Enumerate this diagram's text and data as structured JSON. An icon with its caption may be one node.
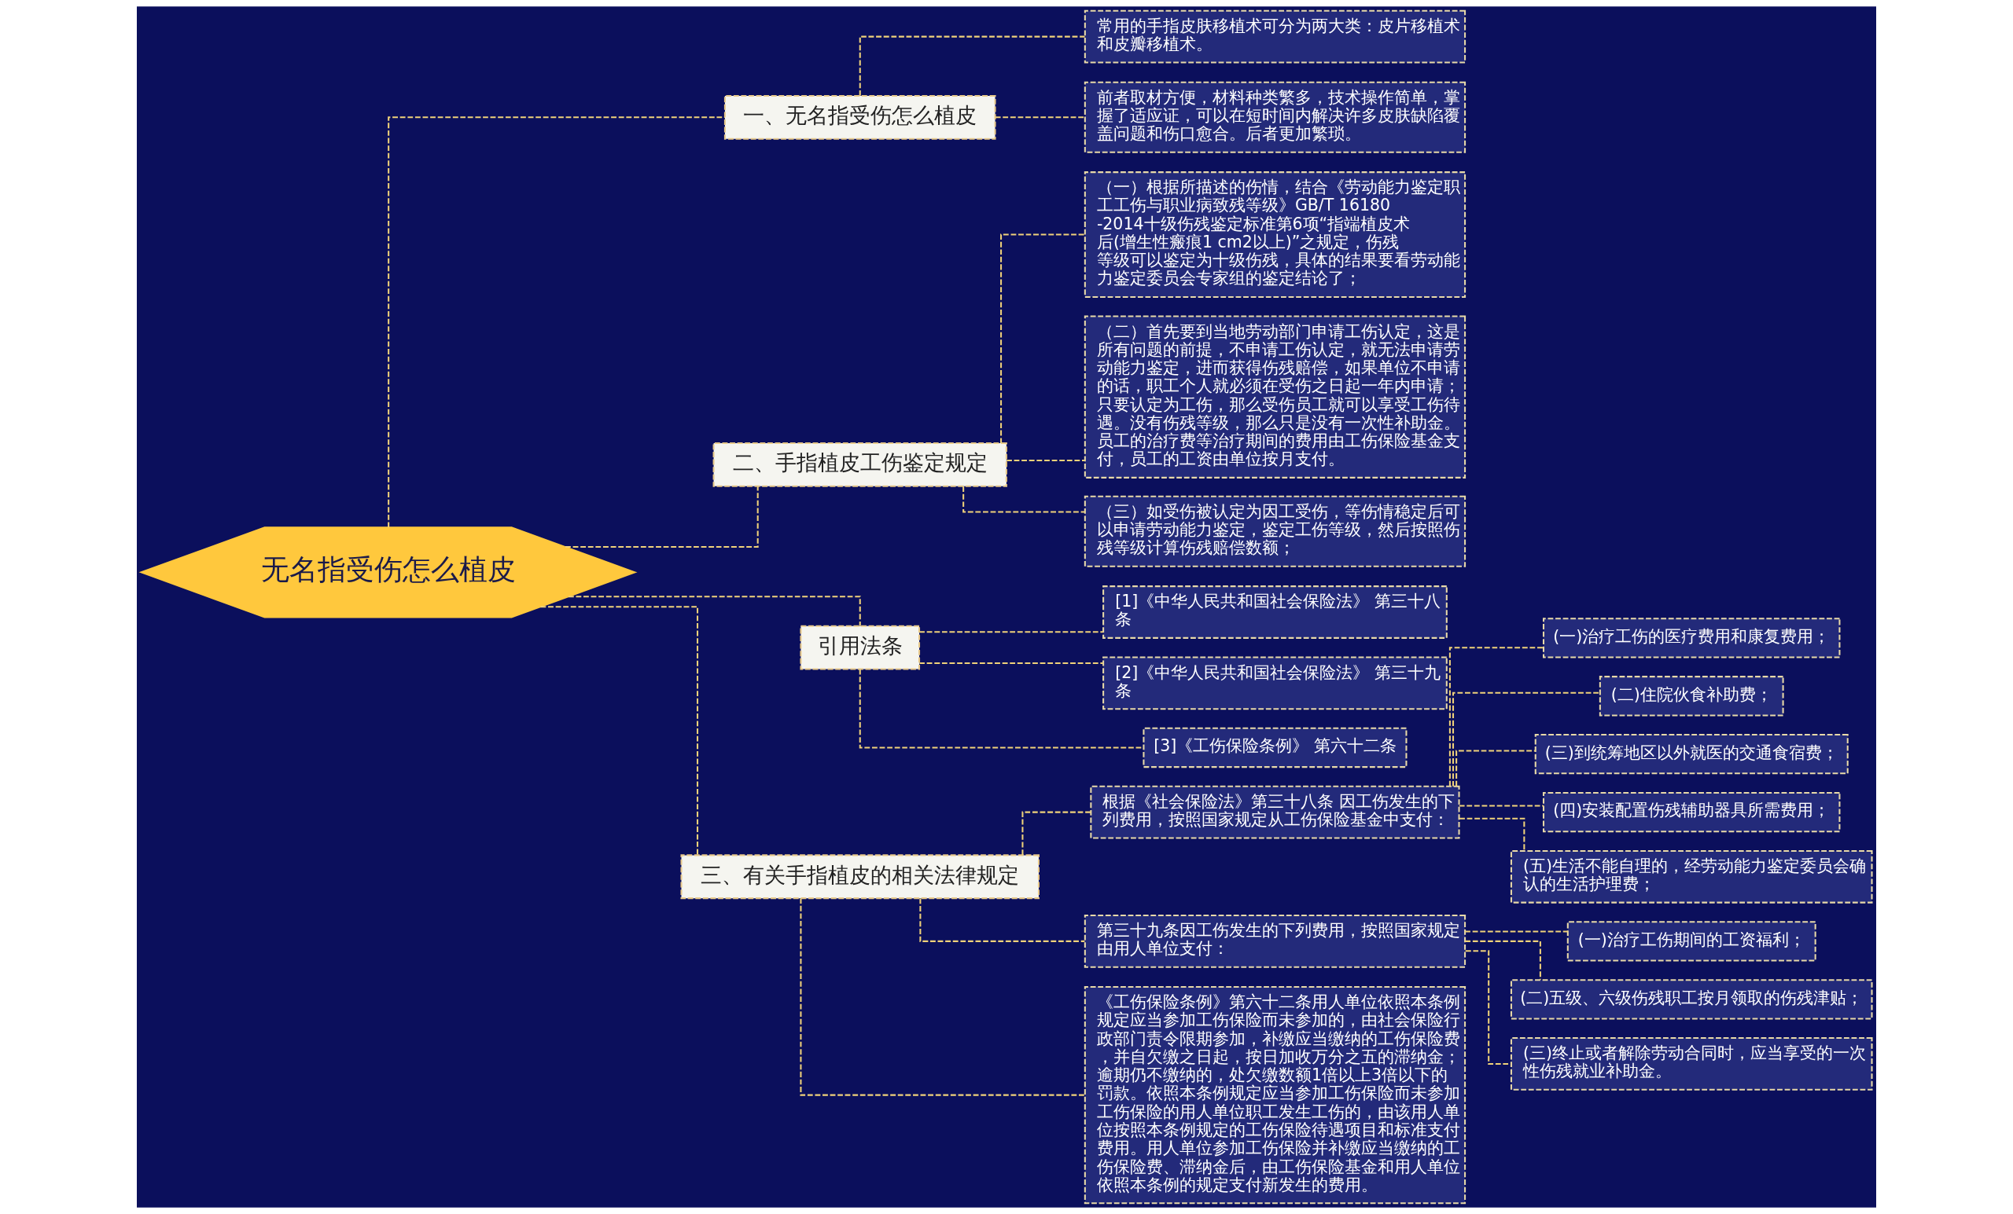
{
  "diagram": {
    "nodes": [
      {
        "text": [
          "无名指受伤怎么植皮"
        ]
      },
      {
        "text": [
          "一、无名指受伤怎么植皮"
        ]
      },
      {
        "text": [
          "常用的手指皮肤移植术可分为两大类：皮片移植术和皮瓣移植术。"
        ]
      },
      {
        "text": [
          "前者取材方便，材料种类繁多，技术操作简单，掌握了适应证，可以在短时间内解决许多皮肤缺陷覆盖问题和伤口愈合。后者更加繁琐。"
        ]
      },
      {
        "text": [
          "二、手指植皮工伤鉴定规定"
        ]
      },
      {
        "text": [
          "（一）根据所描述的伤情，结合《劳动能力鉴定职工工伤与职业病致残等级》GB/T 16180-2014十级伤残鉴定标准第6项“指端植皮术后(增生性瘢痕1 cm2以上)”之规定，伤残等级可以鉴定为十级伤残，具体的结果要看劳动能力鉴定委员会专家组的鉴定结论了；"
        ]
      },
      {
        "text": [
          "（二）首先要到当地劳动部门申请工伤认定，这是所有问题的前提，不申请工伤认定，就无法申请劳动能力鉴定，进而获得伤残赔偿，如果单位不申请的话，职工个人就必须在受伤之日起一年内申请；只要认定为工伤，那么受伤员工就可以享受工伤待遇。没有伤残等级，那么只是没有一次性补助金。员工的治疗费等治疗期间的费用由工伤保险基金支付，员工的工资由单位按月支付。"
        ]
      },
      {
        "text": [
          "（三）如受伤被认定为因工受伤，等伤情稳定后可以申请劳动能力鉴定，鉴定工伤等级，然后按照伤残等级计算伤残赔偿数额；"
        ]
      },
      {
        "text": [
          "引用法条"
        ]
      },
      {
        "text": [
          "[1]《中华人民共和国社会保险法》 第三十八条"
        ]
      },
      {
        "text": [
          "[2]《中华人民共和国社会保险法》 第三十九条"
        ]
      },
      {
        "text": [
          "[3]《工伤保险条例》 第六十二条"
        ]
      },
      {
        "text": [
          "三、有关手指植皮的相关法律规定"
        ]
      },
      {
        "text": [
          "根据《社会保险法》第三十八条 因工伤发生的下列费用，按照国家规定从工伤保险基金中支付："
        ]
      },
      {
        "text": [
          "(一)治疗工伤的医疗费用和康复费用；"
        ]
      },
      {
        "text": [
          "(二)住院伙食补助费；"
        ]
      },
      {
        "text": [
          "(三)到统筹地区以外就医的交通食宿费；"
        ]
      },
      {
        "text": [
          "(四)安装配置伤残辅助器具所需费用；"
        ]
      },
      {
        "text": [
          "(五)生活不能自理的，经劳动能力鉴定委员会确认的生活护理费；"
        ]
      },
      {
        "text": [
          "第三十九条因工伤发生的下列费用，按照国家规定由用人单位支付："
        ]
      },
      {
        "text": [
          "(一)治疗工伤期间的工资福利；"
        ]
      },
      {
        "text": [
          "(二)五级、六级伤残职工按月领取的伤残津贴；"
        ]
      },
      {
        "text": [
          "(三)终止或者解除劳动合同时，应当享受的一次性伤残就业补助金。"
        ]
      },
      {
        "text": [
          "《工伤保险条例》第六十二条用人单位依照本条例规定应当参加工伤保险而未参加的，由社会保险行政部门责令限期参加，补缴应当缴纳的工伤保险费，并自欠缴之日起，按日加收万分之五的滞纳金；逾期仍不缴纳的，处欠缴数额1倍以上3倍以下的罚款。依照本条例规定应当参加工伤保险而未参加工伤保险的用人单位职工发生工伤的，由该用人单位按照本条例规定的工伤保险待遇项目和标准支付费用。用人单位参加工伤保险并补缴应当缴纳的工伤保险费、滞纳金后，由工伤保险基金和用人单位依照本条例的规定支付新发生的费用。"
        ]
      }
    ],
    "edges": [
      {
        "from": 0,
        "to": 1,
        "arrow": "none",
        "style": "dashed"
      },
      {
        "from": 1,
        "to": 2,
        "arrow": "none",
        "style": "dashed"
      },
      {
        "from": 1,
        "to": 3,
        "arrow": "none",
        "style": "dashed"
      },
      {
        "from": 0,
        "to": 4,
        "arrow": "none",
        "style": "dashed"
      },
      {
        "from": 4,
        "to": 5,
        "arrow": "none",
        "style": "dashed"
      },
      {
        "from": 4,
        "to": 6,
        "arrow": "none",
        "style": "dashed"
      },
      {
        "from": 4,
        "to": 7,
        "arrow": "none",
        "style": "dashed"
      },
      {
        "from": 0,
        "to": 8,
        "arrow": "none",
        "style": "dashed"
      },
      {
        "from": 8,
        "to": 9,
        "arrow": "none",
        "style": "dashed"
      },
      {
        "from": 8,
        "to": 10,
        "arrow": "none",
        "style": "dashed"
      },
      {
        "from": 8,
        "to": 11,
        "arrow": "none",
        "style": "dashed"
      },
      {
        "from": 0,
        "to": 12,
        "arrow": "none",
        "style": "dashed"
      },
      {
        "from": 12,
        "to": 13,
        "arrow": "none",
        "style": "dashed"
      },
      {
        "from": 13,
        "to": 14,
        "arrow": "none",
        "style": "dashed"
      },
      {
        "from": 13,
        "to": 15,
        "arrow": "none",
        "style": "dashed"
      },
      {
        "from": 13,
        "to": 16,
        "arrow": "none",
        "style": "dashed"
      },
      {
        "from": 13,
        "to": 17,
        "arrow": "none",
        "style": "dashed"
      },
      {
        "from": 13,
        "to": 18,
        "arrow": "none",
        "style": "dashed"
      },
      {
        "from": 12,
        "to": 19,
        "arrow": "none",
        "style": "dashed"
      },
      {
        "from": 19,
        "to": 20,
        "arrow": "none",
        "style": "dashed"
      },
      {
        "from": 19,
        "to": 21,
        "arrow": "none",
        "style": "dashed"
      },
      {
        "from": 19,
        "to": 22,
        "arrow": "none",
        "style": "dashed"
      },
      {
        "from": 12,
        "to": 23,
        "arrow": "none",
        "style": "dashed"
      }
    ]
  }
}
